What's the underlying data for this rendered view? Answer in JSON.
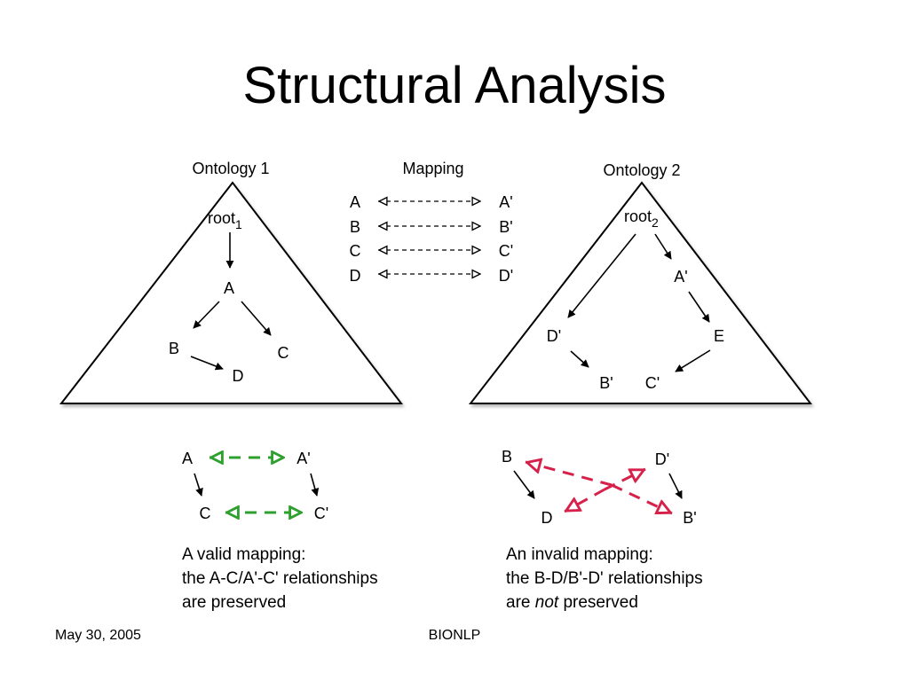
{
  "title": "Structural Analysis",
  "ontology1": {
    "heading": "Ontology 1",
    "root": "root",
    "root_sub": "1",
    "nodes": {
      "a": "A",
      "b": "B",
      "c": "C",
      "d": "D"
    }
  },
  "mapping": {
    "heading": "Mapping",
    "rows": [
      {
        "left": "A",
        "right": "A'"
      },
      {
        "left": "B",
        "right": "B'"
      },
      {
        "left": "C",
        "right": "C'"
      },
      {
        "left": "D",
        "right": "D'"
      }
    ]
  },
  "ontology2": {
    "heading": "Ontology 2",
    "root": "root",
    "root_sub": "2",
    "nodes": {
      "a": "A'",
      "d": "D'",
      "e": "E",
      "b": "B'",
      "c": "C'"
    }
  },
  "valid_example": {
    "nodes": {
      "a": "A",
      "a2": "A'",
      "c": "C",
      "c2": "C'"
    },
    "caption": [
      "A valid mapping:",
      "the A-C/A'-C' relationships",
      "are preserved"
    ],
    "arrow_color": "#2ea02e"
  },
  "invalid_example": {
    "nodes": {
      "b": "B",
      "d": "D",
      "d2": "D'",
      "b2": "B'"
    },
    "caption_line1": "An invalid mapping:",
    "caption_line2": "the B-D/B'-D' relationships",
    "caption_line3_pre": "are ",
    "caption_line3_em": "not",
    "caption_line3_post": " preserved",
    "arrow_color": "#d6224b"
  },
  "footer": {
    "date": "May 30, 2005",
    "center": "BIONLP"
  }
}
